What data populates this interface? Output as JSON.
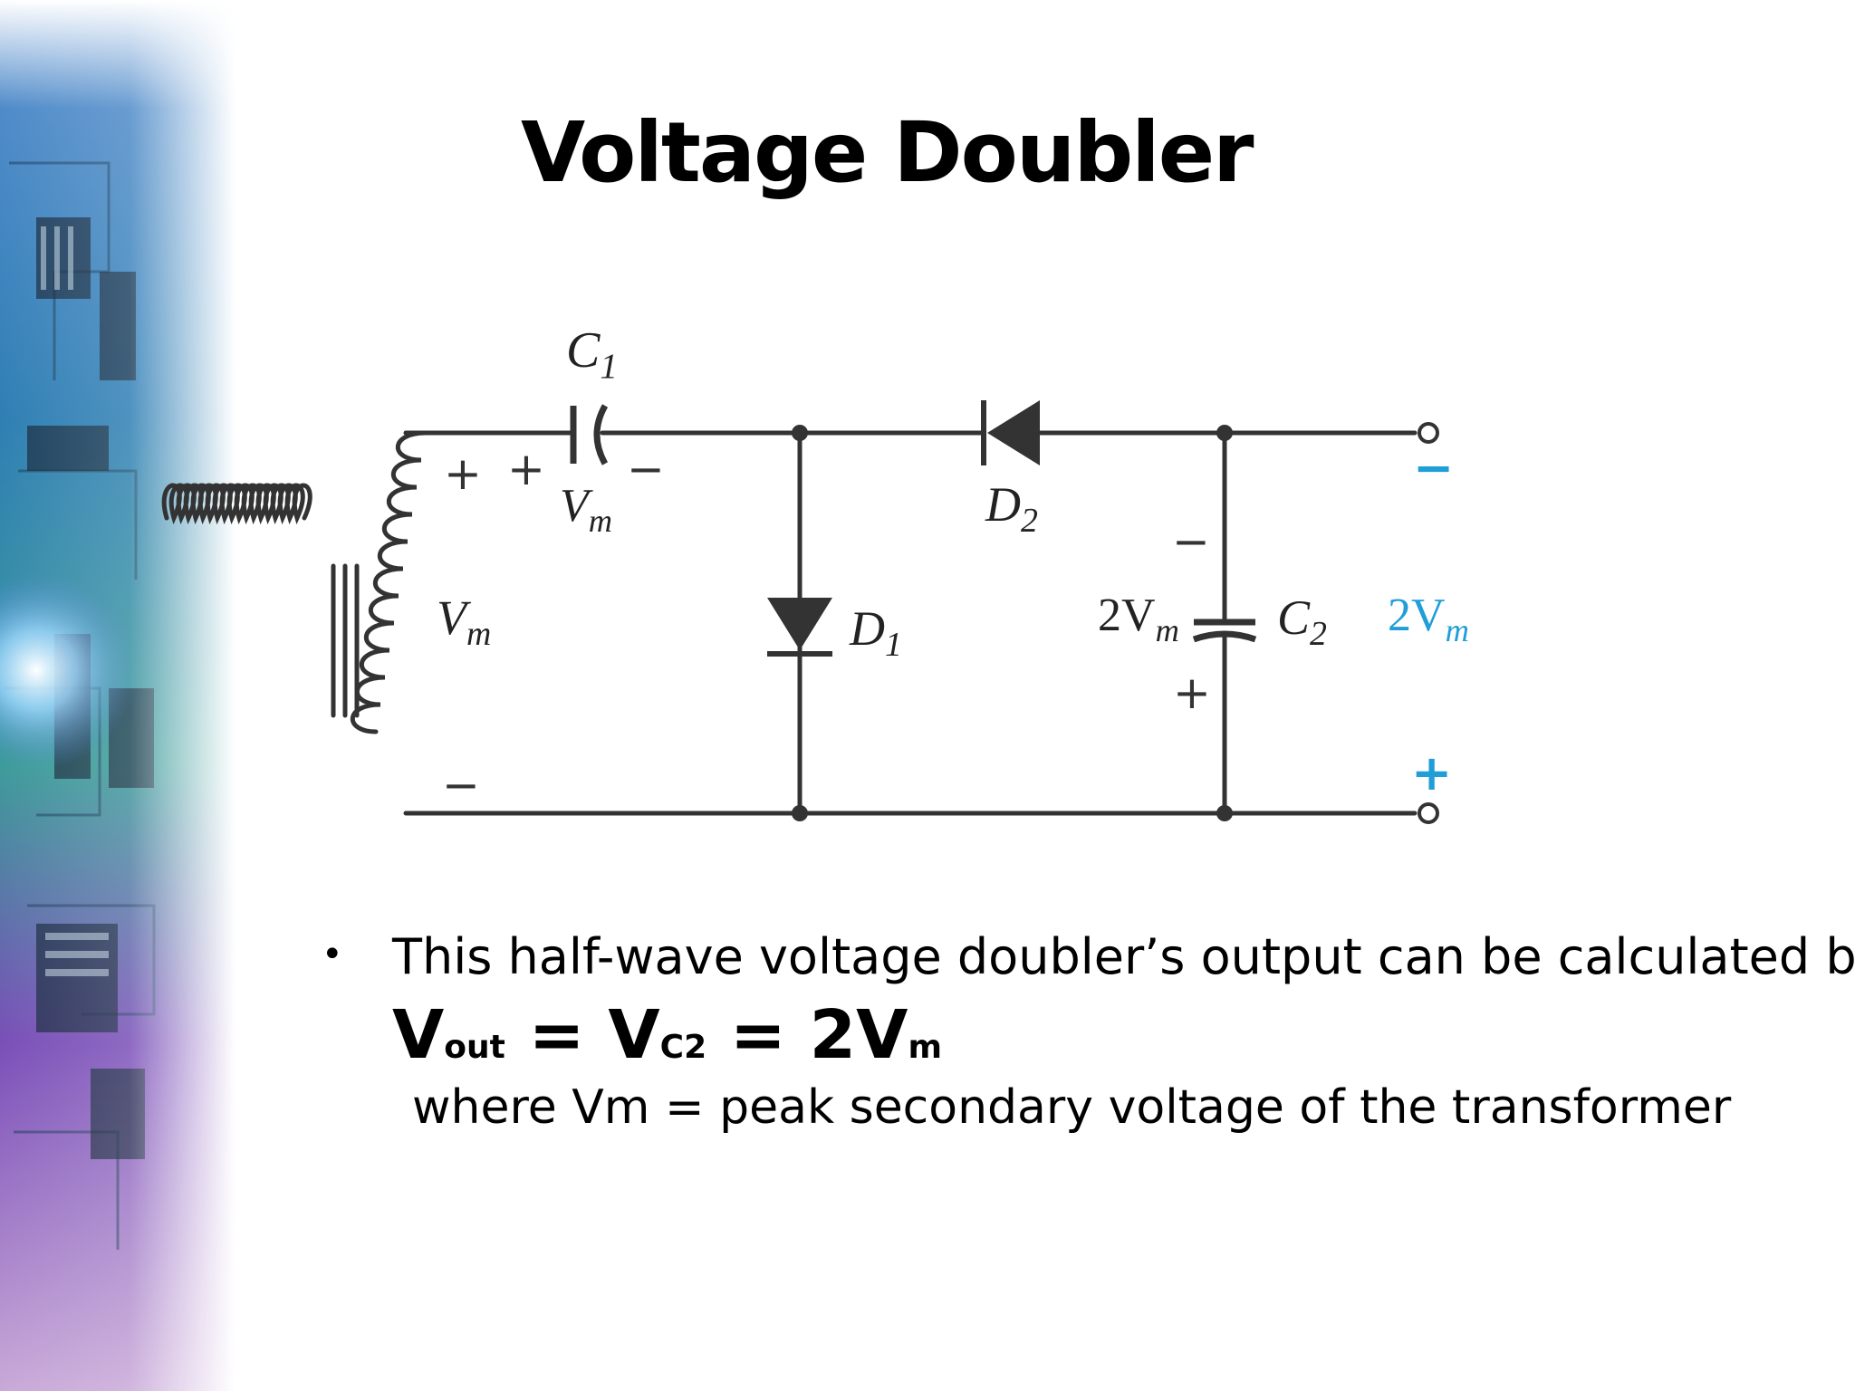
{
  "slide": {
    "title": "Voltage Doubler"
  },
  "circuit": {
    "labels": {
      "c1": "C",
      "c1_sub": "1",
      "vm_cap": "V",
      "vm_cap_sub": "m",
      "vm_secondary": "V",
      "vm_secondary_sub": "m",
      "d1": "D",
      "d1_sub": "1",
      "d2": "D",
      "d2_sub": "2",
      "c2": "C",
      "c2_sub": "2",
      "c2_voltage": "2V",
      "c2_voltage_sub": "m",
      "output_voltage": "2V",
      "output_voltage_sub": "m",
      "plus": "+",
      "minus": "−"
    },
    "colors": {
      "wire": "#333333",
      "output_accent": "#1f9ed8"
    }
  },
  "body": {
    "bullet": "•",
    "description": "This half-wave voltage doubler’s output can be calculated by:",
    "formula": {
      "v": "V",
      "out_sub": "out",
      "eq1": " = ",
      "vc": "V",
      "c2_sub": "C2",
      "eq2": " = ",
      "two_v": "2V",
      "m_sub": "m"
    },
    "where_note": "where Vm = peak secondary voltage of the transformer"
  }
}
